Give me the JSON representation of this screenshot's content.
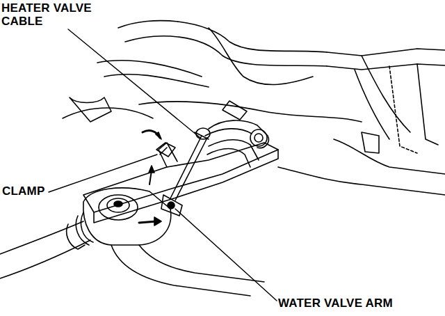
{
  "diagram": {
    "labels": [
      "HEATER VALVE CABLE",
      "CLAMP",
      "WATER VALVE ARM"
    ]
  }
}
